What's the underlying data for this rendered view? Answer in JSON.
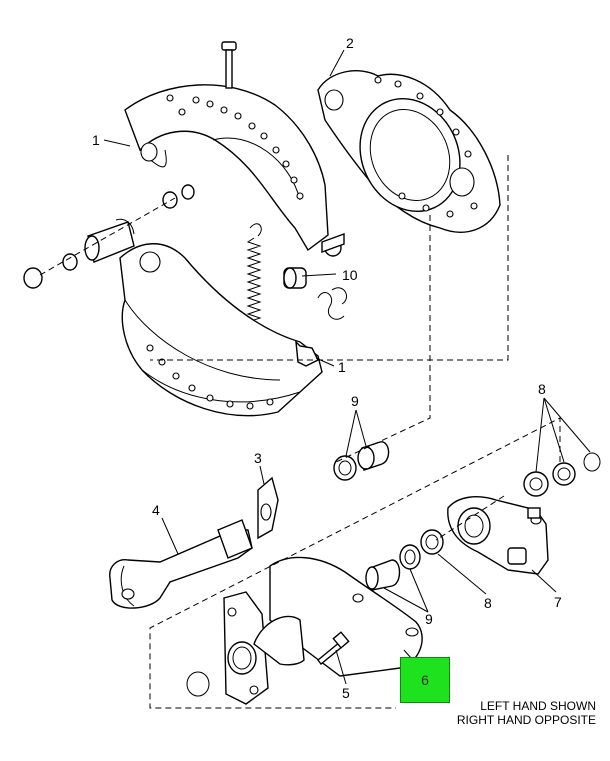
{
  "callouts": {
    "c1_top": "1",
    "c2": "2",
    "c10": "10",
    "c1_bottom": "1",
    "c9_top": "9",
    "c8_top": "8",
    "c3": "3",
    "c4": "4",
    "c9_bottom": "9",
    "c8_bottom": "8",
    "c7": "7",
    "c5": "5",
    "c6": "6"
  },
  "highlight": {
    "label": "6",
    "color": "#1fe21f"
  },
  "note": {
    "line1": "LEFT HAND SHOWN",
    "line2": "RIGHT HAND OPPOSITE"
  }
}
